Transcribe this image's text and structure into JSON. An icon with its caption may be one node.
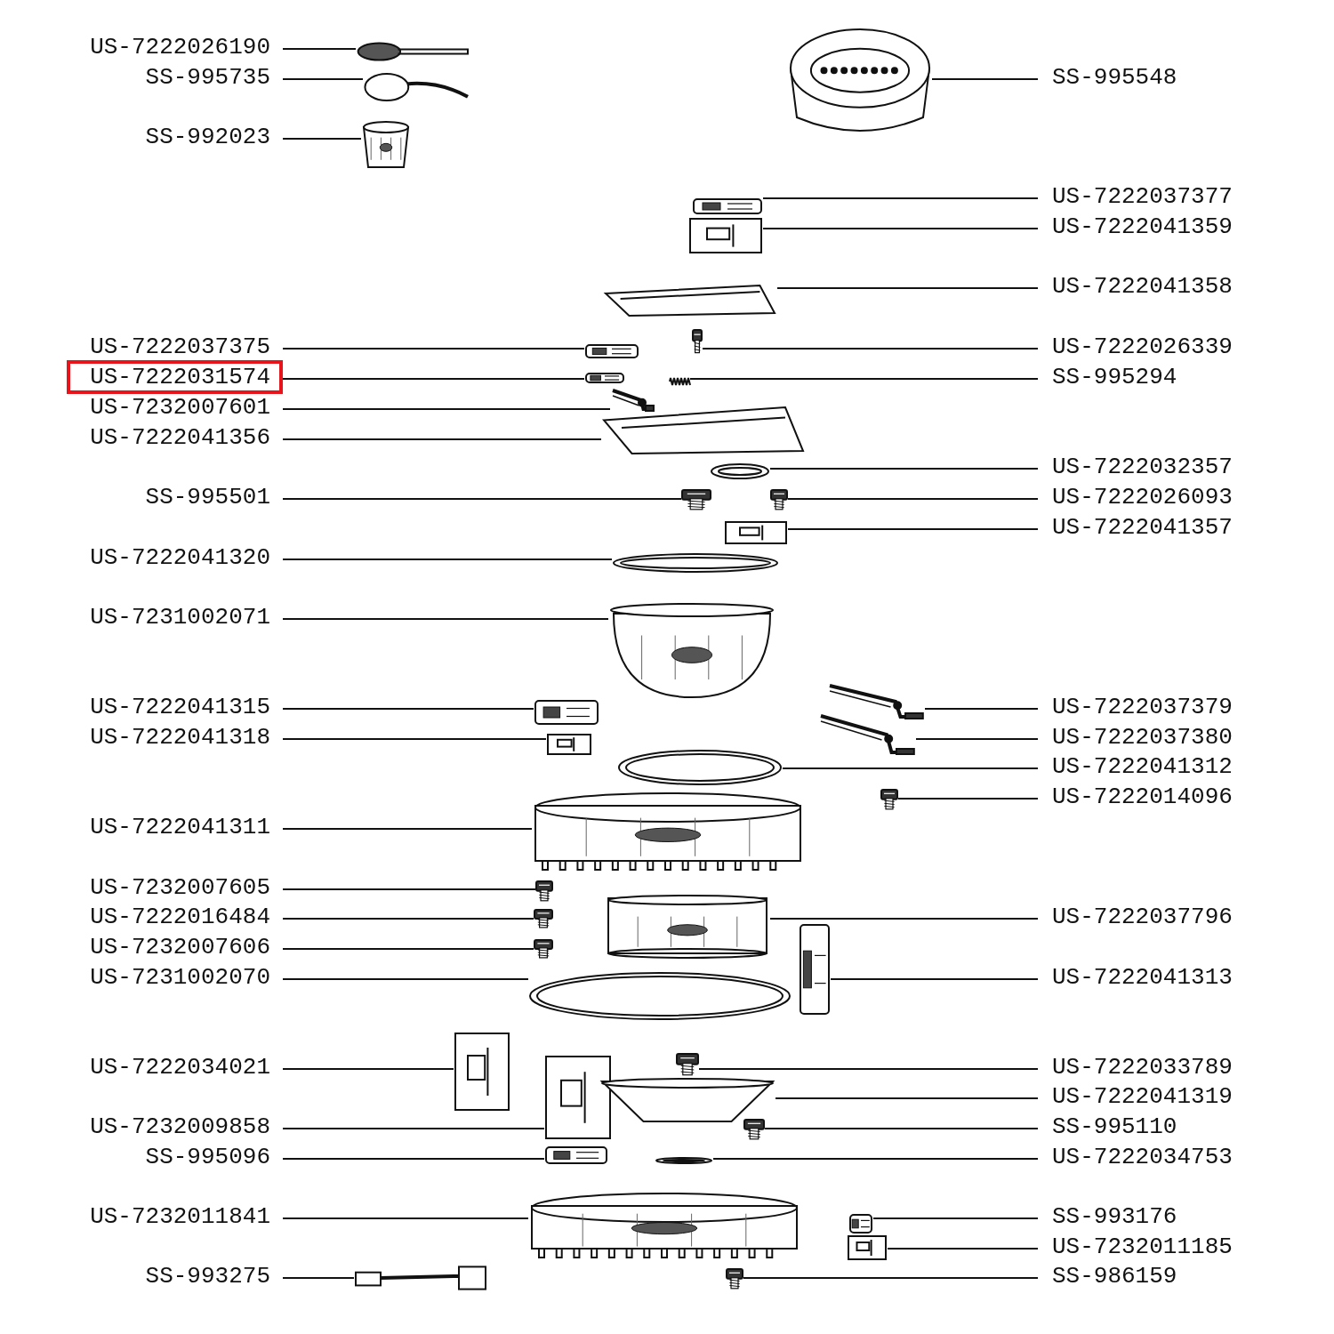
{
  "diagram": {
    "nodes": [
      {
        "text": [
          "US-7222026190"
        ]
      },
      {
        "text": [],
        "shape": "picture"
      },
      {
        "text": [
          "SS-995735"
        ]
      },
      {
        "text": [],
        "shape": "picture"
      },
      {
        "text": [
          "SS-992023"
        ]
      },
      {
        "text": [],
        "shape": "picture"
      },
      {
        "text": [
          "US-7222037375"
        ]
      },
      {
        "text": [],
        "shape": "picture"
      },
      {
        "text": [
          "US-7222031574"
        ]
      },
      {
        "text": [],
        "shape": "picture"
      },
      {
        "text": [
          "US-7232007601"
        ]
      },
      {
        "text": [],
        "shape": "picture"
      },
      {
        "text": [
          "US-7222041356"
        ]
      },
      {
        "text": [],
        "shape": "picture"
      },
      {
        "text": [
          "SS-995501"
        ]
      },
      {
        "text": [],
        "shape": "picture"
      },
      {
        "text": [
          "US-7222041320"
        ]
      },
      {
        "text": [],
        "shape": "picture"
      },
      {
        "text": [
          "US-7231002071"
        ]
      },
      {
        "text": [],
        "shape": "picture"
      },
      {
        "text": [
          "US-7222041315"
        ]
      },
      {
        "text": [],
        "shape": "picture"
      },
      {
        "text": [
          "US-7222041318"
        ]
      },
      {
        "text": [],
        "shape": "picture"
      },
      {
        "text": [
          "US-7222041311"
        ]
      },
      {
        "text": [],
        "shape": "picture"
      },
      {
        "text": [
          "US-7232007605"
        ]
      },
      {
        "text": [],
        "shape": "picture"
      },
      {
        "text": [
          "US-7222016484"
        ]
      },
      {
        "text": [],
        "shape": "picture"
      },
      {
        "text": [
          "US-7232007606"
        ]
      },
      {
        "text": [],
        "shape": "picture"
      },
      {
        "text": [
          "US-7231002070"
        ]
      },
      {
        "text": [],
        "shape": "picture"
      },
      {
        "text": [
          "US-7222034021"
        ]
      },
      {
        "text": [],
        "shape": "picture"
      },
      {
        "text": [
          "US-7232009858"
        ]
      },
      {
        "text": [],
        "shape": "picture"
      },
      {
        "text": [
          "SS-995096"
        ]
      },
      {
        "text": [],
        "shape": "picture"
      },
      {
        "text": [
          "US-7232011841"
        ]
      },
      {
        "text": [],
        "shape": "picture"
      },
      {
        "text": [
          "SS-993275"
        ]
      },
      {
        "text": [],
        "shape": "picture"
      },
      {
        "text": [
          "SS-995548"
        ]
      },
      {
        "text": [],
        "shape": "picture"
      },
      {
        "text": [
          "US-7222037377"
        ]
      },
      {
        "text": [],
        "shape": "picture"
      },
      {
        "text": [
          "US-7222041359"
        ]
      },
      {
        "text": [],
        "shape": "picture"
      },
      {
        "text": [
          "US-7222041358"
        ]
      },
      {
        "text": [],
        "shape": "picture"
      },
      {
        "text": [
          "US-7222026339"
        ]
      },
      {
        "text": [],
        "shape": "picture"
      },
      {
        "text": [
          "SS-995294"
        ]
      },
      {
        "text": [],
        "shape": "picture"
      },
      {
        "text": [
          "US-7222032357"
        ]
      },
      {
        "text": [],
        "shape": "picture"
      },
      {
        "text": [
          "US-7222026093"
        ]
      },
      {
        "text": [],
        "shape": "picture"
      },
      {
        "text": [
          "US-7222041357"
        ]
      },
      {
        "text": [],
        "shape": "picture"
      },
      {
        "text": [
          "US-7222037379"
        ]
      },
      {
        "text": [],
        "shape": "picture"
      },
      {
        "text": [
          "US-7222037380"
        ]
      },
      {
        "text": [],
        "shape": "picture"
      },
      {
        "text": [
          "US-7222041312"
        ]
      },
      {
        "text": [],
        "shape": "picture"
      },
      {
        "text": [
          "US-7222014096"
        ]
      },
      {
        "text": [],
        "shape": "picture"
      },
      {
        "text": [
          "US-7222037796"
        ]
      },
      {
        "text": [],
        "shape": "picture"
      },
      {
        "text": [
          "US-7222041313"
        ]
      },
      {
        "text": [],
        "shape": "picture"
      },
      {
        "text": [
          "US-7222033789"
        ]
      },
      {
        "text": [],
        "shape": "picture"
      },
      {
        "text": [
          "US-7222041319"
        ]
      },
      {
        "text": [],
        "shape": "picture"
      },
      {
        "text": [
          "SS-995110"
        ]
      },
      {
        "text": [],
        "shape": "picture"
      },
      {
        "text": [
          "US-7222034753"
        ]
      },
      {
        "text": [],
        "shape": "picture"
      },
      {
        "text": [
          "SS-993176"
        ]
      },
      {
        "text": [],
        "shape": "picture"
      },
      {
        "text": [
          "US-7232011185"
        ]
      },
      {
        "text": [],
        "shape": "picture"
      },
      {
        "text": [
          "SS-986159"
        ]
      },
      {
        "text": [],
        "shape": "picture"
      }
    ],
    "edges": [
      {
        "from": 0,
        "to": 1,
        "arrow": "none"
      },
      {
        "from": 2,
        "to": 3,
        "arrow": "none"
      },
      {
        "from": 4,
        "to": 5,
        "arrow": "none"
      },
      {
        "from": 6,
        "to": 7,
        "arrow": "none"
      },
      {
        "from": 8,
        "to": 9,
        "arrow": "none"
      },
      {
        "from": 10,
        "to": 11,
        "arrow": "none"
      },
      {
        "from": 12,
        "to": 13,
        "arrow": "none"
      },
      {
        "from": 14,
        "to": 15,
        "arrow": "none"
      },
      {
        "from": 16,
        "to": 17,
        "arrow": "none"
      },
      {
        "from": 18,
        "to": 19,
        "arrow": "none"
      },
      {
        "from": 20,
        "to": 21,
        "arrow": "none"
      },
      {
        "from": 22,
        "to": 23,
        "arrow": "none"
      },
      {
        "from": 24,
        "to": 25,
        "arrow": "none"
      },
      {
        "from": 26,
        "to": 27,
        "arrow": "none"
      },
      {
        "from": 28,
        "to": 29,
        "arrow": "none"
      },
      {
        "from": 30,
        "to": 31,
        "arrow": "none"
      },
      {
        "from": 32,
        "to": 33,
        "arrow": "none"
      },
      {
        "from": 34,
        "to": 35,
        "arrow": "none"
      },
      {
        "from": 36,
        "to": 37,
        "arrow": "none"
      },
      {
        "from": 38,
        "to": 39,
        "arrow": "none"
      },
      {
        "from": 40,
        "to": 41,
        "arrow": "none"
      },
      {
        "from": 42,
        "to": 43,
        "arrow": "none"
      },
      {
        "from": 44,
        "to": 45,
        "arrow": "none"
      },
      {
        "from": 46,
        "to": 47,
        "arrow": "none"
      },
      {
        "from": 48,
        "to": 49,
        "arrow": "none"
      },
      {
        "from": 50,
        "to": 51,
        "arrow": "none"
      },
      {
        "from": 52,
        "to": 53,
        "arrow": "none"
      },
      {
        "from": 54,
        "to": 55,
        "arrow": "none"
      },
      {
        "from": 56,
        "to": 57,
        "arrow": "none"
      },
      {
        "from": 58,
        "to": 59,
        "arrow": "none"
      },
      {
        "from": 60,
        "to": 61,
        "arrow": "none"
      },
      {
        "from": 62,
        "to": 63,
        "arrow": "none"
      },
      {
        "from": 64,
        "to": 65,
        "arrow": "none"
      },
      {
        "from": 66,
        "to": 67,
        "arrow": "none"
      },
      {
        "from": 68,
        "to": 69,
        "arrow": "none"
      },
      {
        "from": 70,
        "to": 71,
        "arrow": "none"
      },
      {
        "from": 72,
        "to": 73,
        "arrow": "none"
      },
      {
        "from": 74,
        "to": 75,
        "arrow": "none"
      },
      {
        "from": 76,
        "to": 77,
        "arrow": "none"
      },
      {
        "from": 78,
        "to": 79,
        "arrow": "none"
      },
      {
        "from": 80,
        "to": 81,
        "arrow": "none"
      },
      {
        "from": 82,
        "to": 83,
        "arrow": "none"
      },
      {
        "from": 84,
        "to": 85,
        "arrow": "none"
      },
      {
        "from": 86,
        "to": 87,
        "arrow": "none"
      }
    ]
  }
}
